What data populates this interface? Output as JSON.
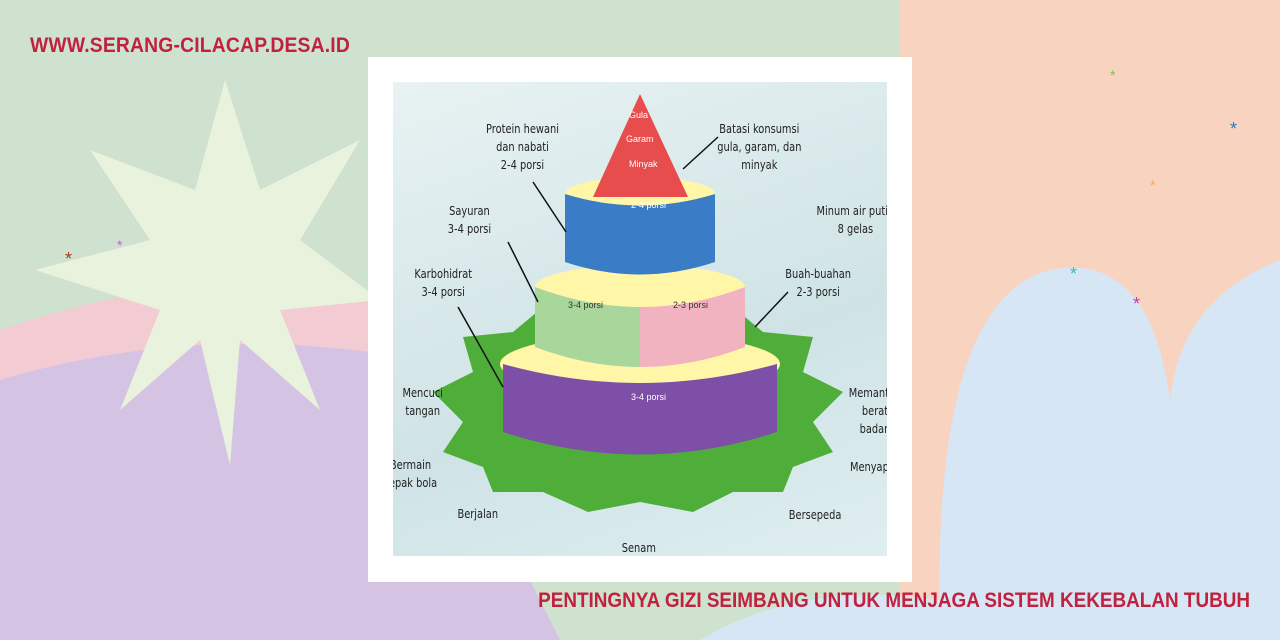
{
  "site_url": "WWW.SERANG-CILACAP.DESA.ID",
  "article_title": "PENTINGNYA GIZI SEIMBANG UNTUK MENJAGA SISTEM KEKEBALAN TUBUH",
  "colors": {
    "accent": "#c0213f",
    "tier_top": "#e84d4d",
    "tier_protein": "#3a7cc6",
    "tier_veg": "#a9d69b",
    "tier_fruit": "#f2b3c0",
    "tier_carb": "#7e4fa6",
    "base": "#4fae3a"
  },
  "poster": {
    "cone": {
      "items": [
        "Gula",
        "Garam",
        "Minyak"
      ]
    },
    "tiers": {
      "protein": "2-4 porsi",
      "vegetables": "3-4 porsi",
      "fruits": "2-3 porsi",
      "carbs": "3-4 porsi"
    },
    "labels": {
      "protein": [
        "Protein hewani",
        "dan nabati",
        "2-4 porsi"
      ],
      "limit": [
        "Batasi konsumsi",
        "gula, garam, dan",
        "minyak"
      ],
      "vegetables": [
        "Sayuran",
        "3-4 porsi"
      ],
      "water": [
        "Minum air putih",
        "8 gelas"
      ],
      "carbs": [
        "Karbohidrat",
        "3-4 porsi"
      ],
      "fruits": [
        "Buah-buahan",
        "2-3 porsi"
      ],
      "wash": [
        "Mencuci",
        "tangan"
      ],
      "weight": [
        "Memantau",
        "berat",
        "badan"
      ],
      "football": [
        "Bermain",
        "sepak bola"
      ],
      "sweep": [
        "Menyapu"
      ],
      "walk": "Berjalan",
      "cycle": "Bersepeda",
      "exercise": "Senam"
    }
  }
}
